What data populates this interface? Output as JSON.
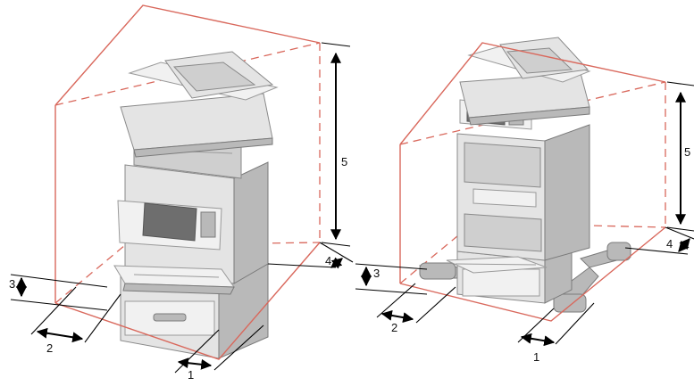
{
  "colors": {
    "clearance_box": "#d9685c",
    "dimension_lines": "#000000",
    "printer_body": "#e4e4e4",
    "printer_shadow": "#b9b9b9",
    "screen": "#6e6e6e"
  },
  "left_printer": {
    "labels": {
      "d1": "1",
      "d2": "2",
      "d3": "3",
      "d4": "4",
      "d5": "5"
    }
  },
  "right_printer": {
    "labels": {
      "d1": "1",
      "d2": "2",
      "d3": "3",
      "d4": "4",
      "d5": "5"
    }
  }
}
